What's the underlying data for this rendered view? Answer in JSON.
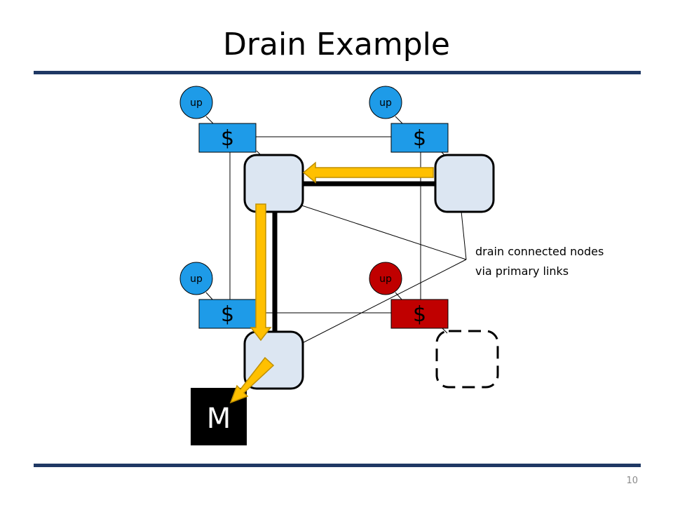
{
  "slide": {
    "title": "Drain Example",
    "page_number": "10"
  },
  "colors": {
    "rule": "#1f3864",
    "cache_normal": "#1e9be8",
    "cache_failed": "#c00000",
    "up_normal": "#1e9be8",
    "up_failed": "#c00000",
    "router_fill": "#dce6f2",
    "arrow_fill": "#ffc000",
    "arrow_stroke": "#bf8f00",
    "primary_link": "#000000",
    "memory_controller": "#000000"
  },
  "diagram": {
    "up_label": "up",
    "cache_label": "$",
    "memory_label": "M",
    "annotation_line1": "drain connected nodes",
    "annotation_line2": "via primary links"
  }
}
